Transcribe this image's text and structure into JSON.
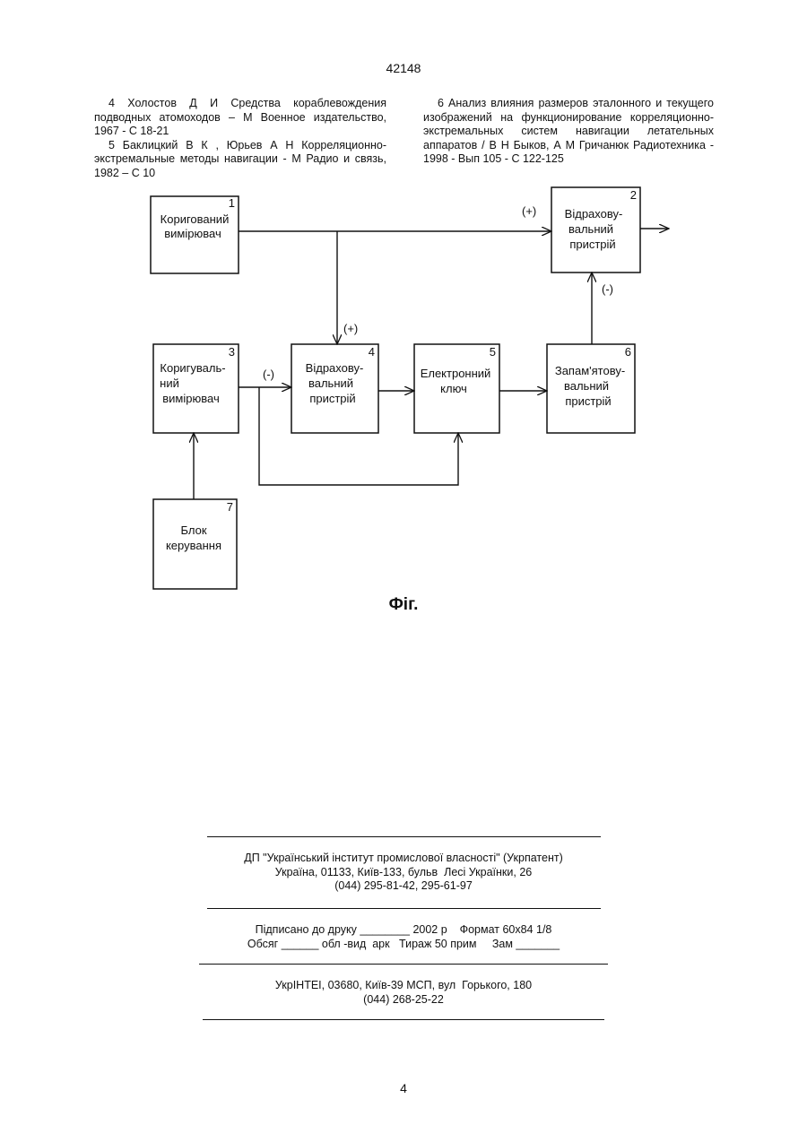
{
  "header": {
    "patent_number": "42148"
  },
  "references": {
    "left": [
      "4 Холостов Д И  Средства кораблевождения подводных атомоходов  – М  Военное издательство, 1967  - С  18-21",
      "5 Баклицкий В К , Юрьев А Н  Корреляционно-экстремальные методы навигации  - М  Радио и связь, 1982  – С  10"
    ],
    "right": [
      "6  Анализ влияния размеров эталонного и текущего изображений на функционирование корреляционно-экстремальных систем навигации летательных аппаратов / В Н  Быков, А М  Гричанюк  Радиотехника  - 1998  - Вып  105  - С  122-125"
    ]
  },
  "diagram": {
    "blocks": [
      {
        "number": "1",
        "lines": [
          "Коригований",
          "вимірювач"
        ]
      },
      {
        "number": "2",
        "lines": [
          "Відрахову-",
          "вальний",
          "пристрій"
        ]
      },
      {
        "number": "3",
        "lines": [
          "Коригуваль-",
          "ний",
          "вимірювач"
        ]
      },
      {
        "number": "4",
        "lines": [
          "Відрахову-",
          "вальний",
          "пристрій"
        ]
      },
      {
        "number": "5",
        "lines": [
          "Електронний",
          "ключ"
        ]
      },
      {
        "number": "6",
        "lines": [
          "Запам'ятову-",
          "вальний",
          "пристрій"
        ]
      },
      {
        "number": "7",
        "lines": [
          "Блок",
          "керування"
        ]
      }
    ],
    "signs": {
      "plus_block2": "(+)",
      "minus_block2": "(-)",
      "plus_block4": "(+)",
      "minus_block4": "(-)"
    },
    "caption": "Фіг."
  },
  "footer": {
    "publisher": [
      "ДП \"Український інститут промислової власності\" (Укрпатент)",
      "Україна, 01133, Київ-133, бульв  Лесі Українки, 26",
      "(044) 295-81-42, 295-61-97"
    ],
    "print_info": [
      "Підписано до друку ________ 2002 р    Формат 60х84 1/8",
      "Обсяг ______ обл -вид  арк   Тираж 50 прим     Зам _______"
    ],
    "printer": [
      "УкрІНТЕІ, 03680, Київ-39 МСП, вул  Горького, 180",
      "(044) 268-25-22"
    ]
  },
  "page_number": "4"
}
